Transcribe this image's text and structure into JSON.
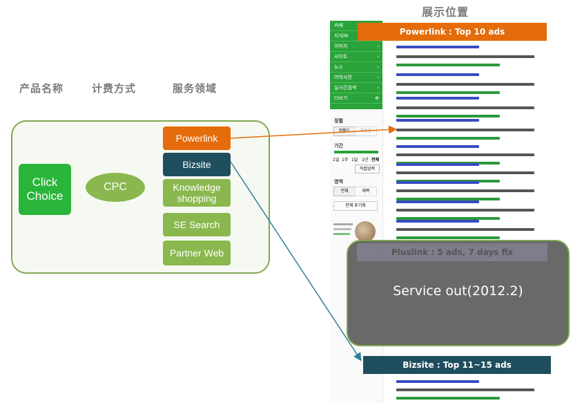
{
  "headers": {
    "display_position": "展示位置",
    "product_name": "产品名称",
    "billing_method": "计费方式",
    "service_area": "服务领域"
  },
  "product": "Click Choice",
  "billing": "CPC",
  "services": [
    "Powerlink",
    "Bizsite",
    "Knowledge shopping",
    "SE Search",
    "Partner Web"
  ],
  "colors": {
    "powerlink": "#e46c0a",
    "bizsite": "#1f4e5f",
    "service_green": "#8ab84f",
    "product_green": "#29b53a",
    "panel_border": "#7fa651"
  },
  "banners": {
    "powerlink": "Powerlink : Top 10 ads",
    "pluslink": "Pluslink : 5 ads, 7 days fix",
    "bizsite": "Bizsite : Top 11~15 ads"
  },
  "overlay_text": "Service out(2012.2)",
  "site_nav": [
    "카페",
    "지식iN",
    "이미지",
    "사이트",
    "뉴스",
    "어학사전",
    "실시간검색",
    "더보기"
  ],
  "site_filters": {
    "sort_label": "정렬",
    "sort_options": [
      "정확도",
      "최신순"
    ],
    "period_label": "기간",
    "period_options": [
      "1일",
      "1주",
      "1달",
      "1년",
      "전체"
    ],
    "period_input": "직접입력",
    "area_label": "영역",
    "area_options": [
      "전체",
      "제목"
    ],
    "reset": "전체 초기화"
  }
}
